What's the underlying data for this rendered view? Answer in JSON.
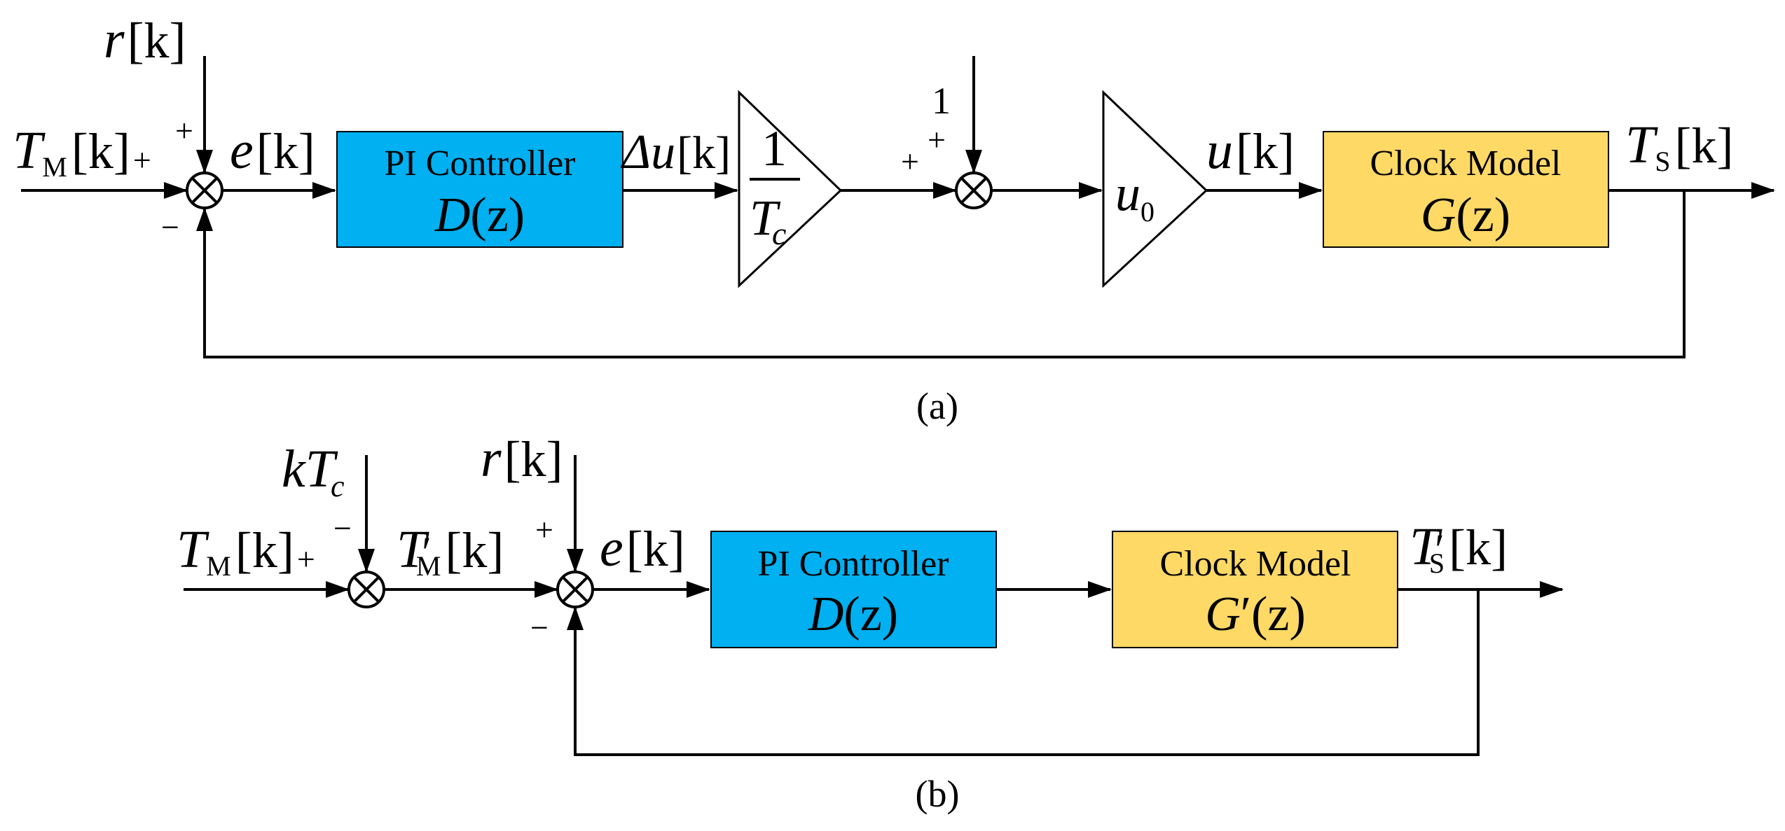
{
  "colors": {
    "controller_fill": "#00b0f0",
    "model_fill": "#ffd966",
    "line": "#000000"
  },
  "icons": [
    "summing-junction",
    "gain-triangle",
    "arrowhead"
  ],
  "diagram_a": {
    "caption": "(a)",
    "input_T": "T",
    "input_sub": "M",
    "input_k": "[k]",
    "input_sign": "+",
    "ref_r": "r",
    "ref_k": "[k]",
    "ref_sign": "+",
    "feedback_sign": "−",
    "error_e": "e",
    "error_k": "[k]",
    "controller_title": "PI Controller",
    "controller_D": "D",
    "controller_z": "(z)",
    "delta_u": "Δu",
    "delta_k": "[k]",
    "gain1_num": "1",
    "gain1_den_T": "T",
    "gain1_den_sub": "c",
    "sum2_top_value": "1",
    "sum2_top_sign": "+",
    "sum2_left_sign": "+",
    "gain2_u": "u",
    "gain2_sub": "0",
    "u_label": "u",
    "u_k": "[k]",
    "model_title": "Clock Model",
    "model_G": "G",
    "model_z": "(z)",
    "output_T": "T",
    "output_sub": "S",
    "output_k": "[k]"
  },
  "diagram_b": {
    "caption": "(b)",
    "input_T": "T",
    "input_sub": "M",
    "input_k": "[k]",
    "input_sign": "+",
    "offset_k": "k",
    "offset_T": "T",
    "offset_sub": "c",
    "offset_sign": "−",
    "mid_T": "T",
    "mid_prime": "′",
    "mid_sub": "M",
    "mid_k": "[k]",
    "ref_r": "r",
    "ref_k": "[k]",
    "ref_sign": "+",
    "feedback_sign": "−",
    "error_e": "e",
    "error_k": "[k]",
    "controller_title": "PI Controller",
    "controller_D": "D",
    "controller_z": "(z)",
    "model_title": "Clock Model",
    "model_G": "G",
    "model_prime": "′",
    "model_z": "(z)",
    "output_T": "T",
    "output_prime": "′",
    "output_sub": "S",
    "output_k": "[k]"
  }
}
